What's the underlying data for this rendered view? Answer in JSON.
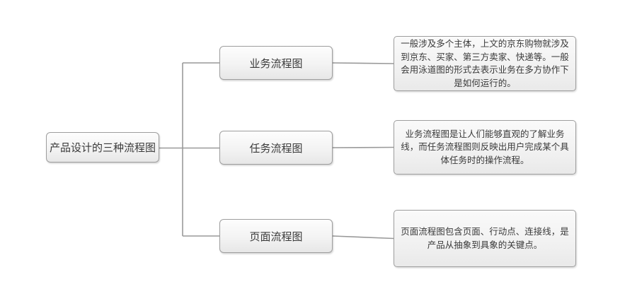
{
  "diagram": {
    "root": {
      "label": "产品设计的三种流程图"
    },
    "branches": [
      {
        "label": "业务流程图",
        "description": "一般涉及多个主体，上文的京东购物就涉及到京东、买家、第三方卖家、快递等。一般会用泳道图的形式去表示业务在多方协作下是如何运行的。"
      },
      {
        "label": "任务流程图",
        "description": "业务流程图是让人们能够直观的了解业务线，而任务流程图则反映出用户完成某个具体任务时的操作流程。"
      },
      {
        "label": "页面流程图",
        "description": "页面流程图包含页面、行动点、连接线，是产品从抽象到具象的关键点。"
      }
    ],
    "colors": {
      "bg": "#ffffff",
      "border": "#9e9e9e",
      "line": "#999999",
      "text": "#3a3a3a",
      "fill_top": "#fdfdfd",
      "fill_bottom": "#e7e7e7"
    }
  }
}
